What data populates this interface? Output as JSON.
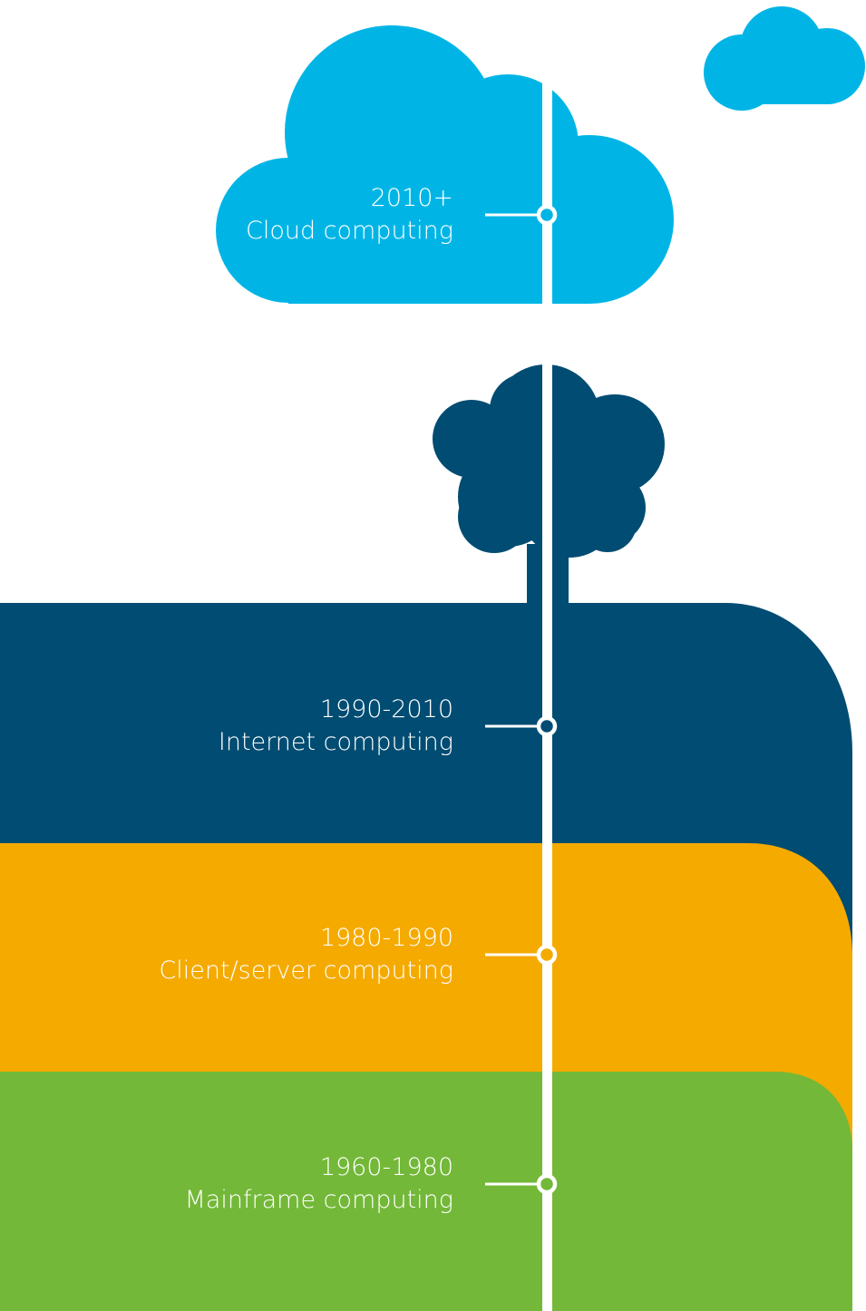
{
  "colors": {
    "cloud": "#00B5E6",
    "internet_layer": "#004C72",
    "client_server_layer": "#F5AA00",
    "mainframe_layer": "#73B838",
    "tree": "#004C72",
    "timeline": "#FFFFFF"
  },
  "icons": [
    "cloud-icon",
    "tree-icon",
    "timeline-node-icon"
  ],
  "eras": [
    {
      "years": "2010+",
      "name": "Cloud computing"
    },
    {
      "years": "1990-2010",
      "name": "Internet computing"
    },
    {
      "years": "1980-1990",
      "name": "Client/server computing"
    },
    {
      "years": "1960-1980",
      "name": "Mainframe computing"
    }
  ]
}
